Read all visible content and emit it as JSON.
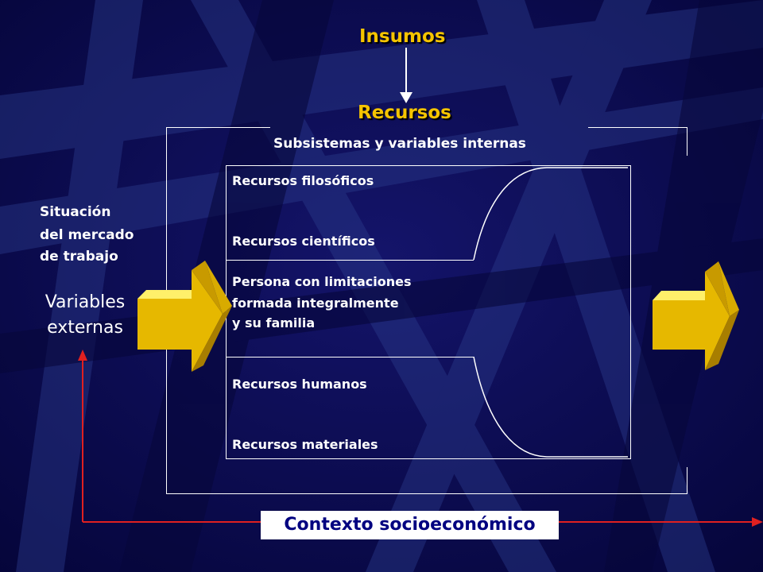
{
  "diagram": {
    "top_label": "Insumos",
    "resources_label": "Recursos",
    "system_label": "Subsistemas y variables internas",
    "resources_list": [
      "Recursos filosóficos",
      "Recursos científicos"
    ],
    "person_lines": [
      "Persona con limitaciones",
      "formada integralmente",
      "y su familia"
    ],
    "resources_list_lower": [
      "Recursos humanos",
      "Recursos materiales"
    ],
    "market_lines": [
      "Situación",
      "del mercado",
      "de trabajo"
    ],
    "external_lines": [
      "Variables",
      "externas"
    ],
    "context_label": "Contexto socioeconómico"
  },
  "colors": {
    "background": "#0a0a4a",
    "title_yellow": "#f5c400",
    "arrow_yellow": "#e6b800",
    "axis_red": "#e02020",
    "context_text": "#000080"
  },
  "icons": {
    "input_arrow": "down-arrow-icon",
    "left_arrow": "block-right-arrow-icon",
    "right_arrow": "block-right-arrow-icon"
  }
}
